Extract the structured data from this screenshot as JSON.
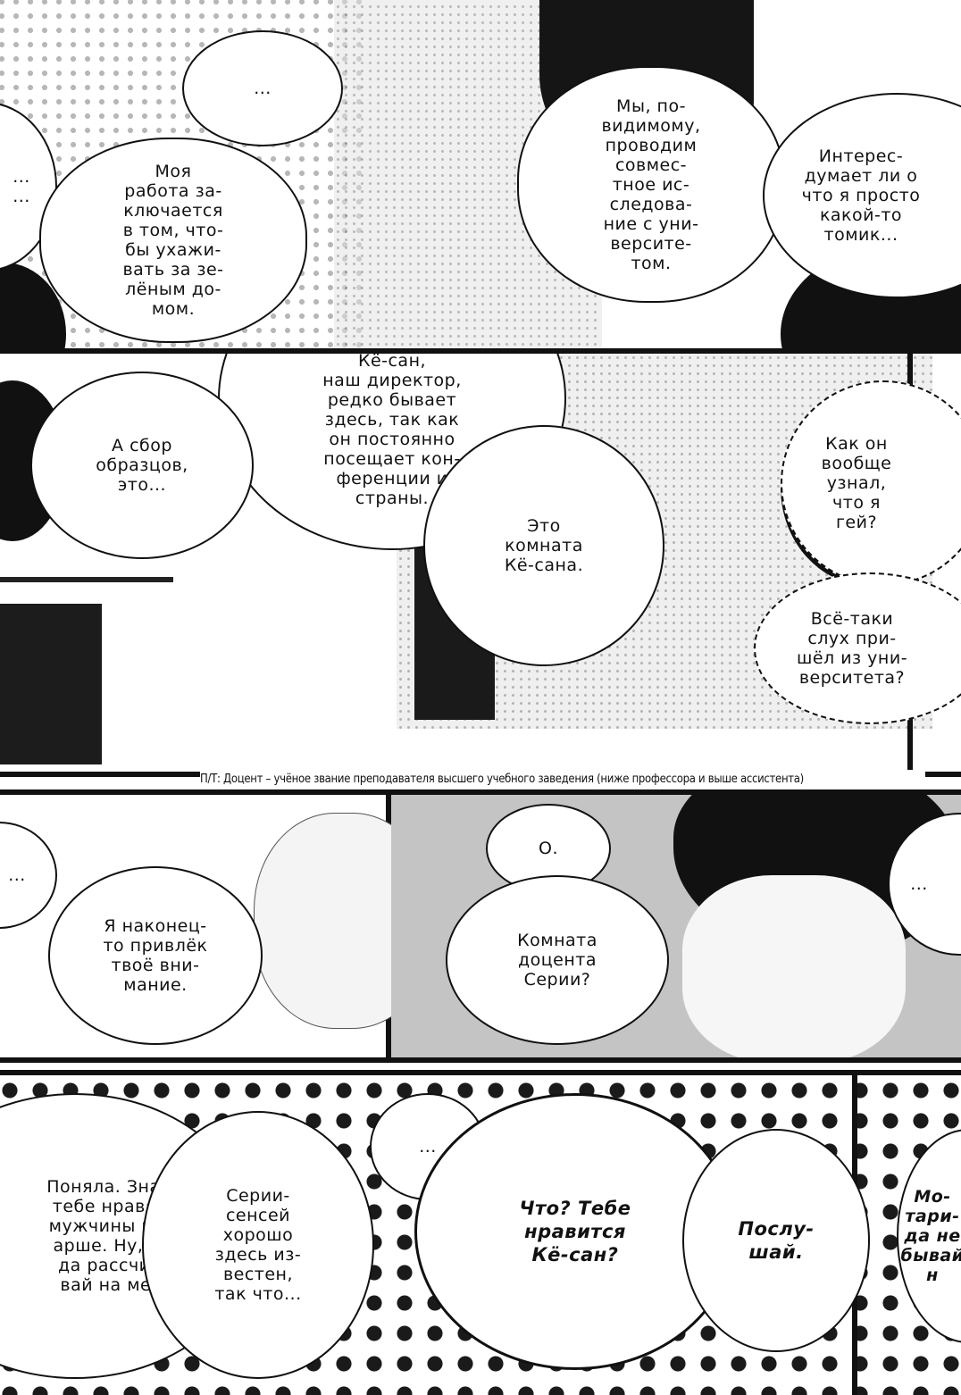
{
  "panels": {
    "p1": {
      "bubble_ellipsis": "...",
      "bubble_work": "Моя\nработа за-\nключается\nв том, что-\nбы ухажи-\nвать за зе-\nлёным до-\nмом.",
      "bubble_research": "Мы, по-\nвидимому,\nпроводим\nсовмес-\nтное ис-\nследова-\nние с уни-\nверсите-\nтом.",
      "bubble_director": "Кё-сан,\nнаш директор,\nредко бывает\nздесь, так как\nон постоянно\nпосещает кон-\nференции и\nстраны.",
      "bubble_left_partial": "...\n...",
      "bubble_right_partial": "Интерес-\nдумает ли о\nчто я просто\nкакой-то\nтомик..."
    },
    "p2": {
      "bubble_samples": "А сбор\nобразцов,\nэто...",
      "bubble_room": "Это\nкомната\nКё-сана.",
      "bubble_know": "Как он\nвообще\nузнал,\nчто я\nгей?",
      "bubble_rumor": "Всё-таки\nслух при-\nшёл из уни-\nверситета?"
    },
    "note": "П/Т: Доцент – учёное звание преподавателя высшего учебного заведения (ниже профессора и выше ассистента)",
    "p3": {
      "bubble_left_ellipsis": "...",
      "bubble_attention": "Я наконец-\nто привлёк\nтвоё вни-\nмание.",
      "bubble_oh": "О.",
      "bubble_docent": "Комната\nдоцента\nСерии?",
      "bubble_right_partial": "..."
    },
    "p4": {
      "bubble_understand": "Поняла. Значит\nтебе нравятся\nмужчины пост-\nарше. Ну, тог-\nда рассчиты-\nвай на меня.",
      "bubble_serii": "Серии-\nсенсей\nхорошо\nздесь из-\nвестен,\nтак что...",
      "bubble_dots": "...",
      "bubble_like": "Что? Тебе\nнравится\nКё-сан?",
      "bubble_listen": "Послу-\nшай.",
      "bubble_right_partial": "Мо-\nтари-\nда не\nбывай н"
    }
  }
}
